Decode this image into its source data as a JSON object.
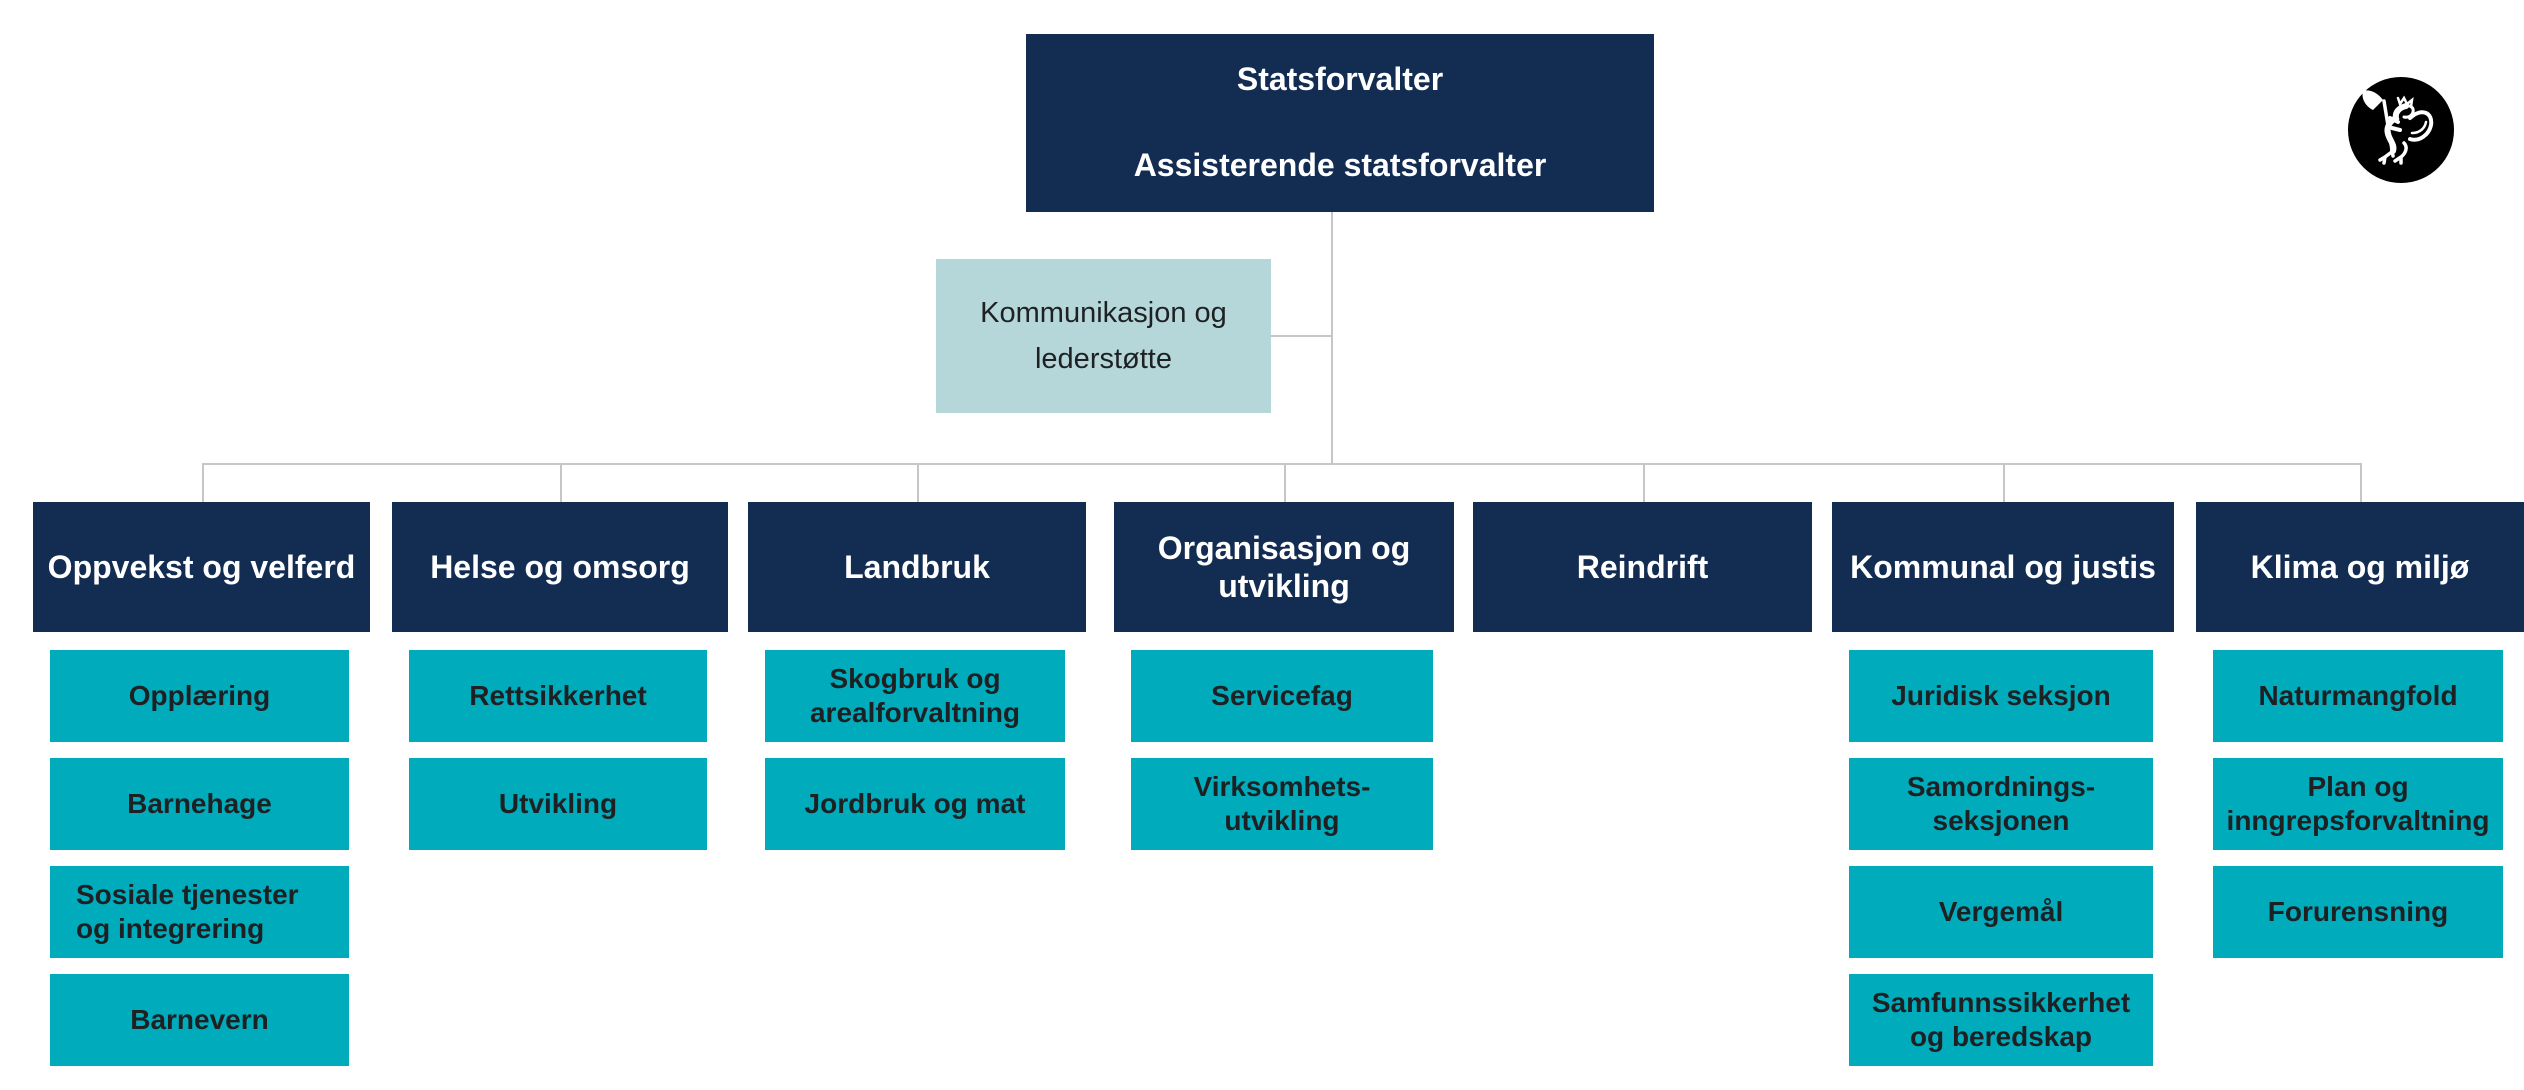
{
  "colors": {
    "navy": "#122C52",
    "teal": "#00ABBB",
    "light_teal": "#B6D7DA",
    "connector_gray": "#C6C6C6",
    "text_dark": "#1D2124",
    "text_light": "#FFFFFF",
    "logo_black": "#000000"
  },
  "top_box": {
    "line1": "Statsforvalter",
    "line2": "Assisterende statsforvalter"
  },
  "staff_box": {
    "label": "Kommunikasjon og\nlederstøtte"
  },
  "logo": {
    "icon": "norwegian-lion-emblem"
  },
  "departments": [
    {
      "label": "Oppvekst og velferd",
      "sections": [
        "Opplæring",
        "Barnehage",
        "Sosiale tjenester\nog integrering",
        "Barnevern"
      ]
    },
    {
      "label": "Helse og omsorg",
      "sections": [
        "Rettsikkerhet",
        "Utvikling"
      ]
    },
    {
      "label": "Landbruk",
      "sections": [
        "Skogbruk og\narealforvaltning",
        "Jordbruk og mat"
      ]
    },
    {
      "label": "Organisasjon og\nutvikling",
      "sections": [
        "Servicefag",
        "Virksomhets-\nutvikling"
      ]
    },
    {
      "label": "Reindrift",
      "sections": []
    },
    {
      "label": "Kommunal og justis",
      "sections": [
        "Juridisk seksjon",
        "Samordnings-\nseksjonen",
        "Vergemål",
        "Samfunnssikkerhet\nog beredskap"
      ]
    },
    {
      "label": "Klima og miljø",
      "sections": [
        "Naturmangfold",
        "Plan og\ninngrepsforvaltning",
        "Forurensning"
      ]
    }
  ]
}
